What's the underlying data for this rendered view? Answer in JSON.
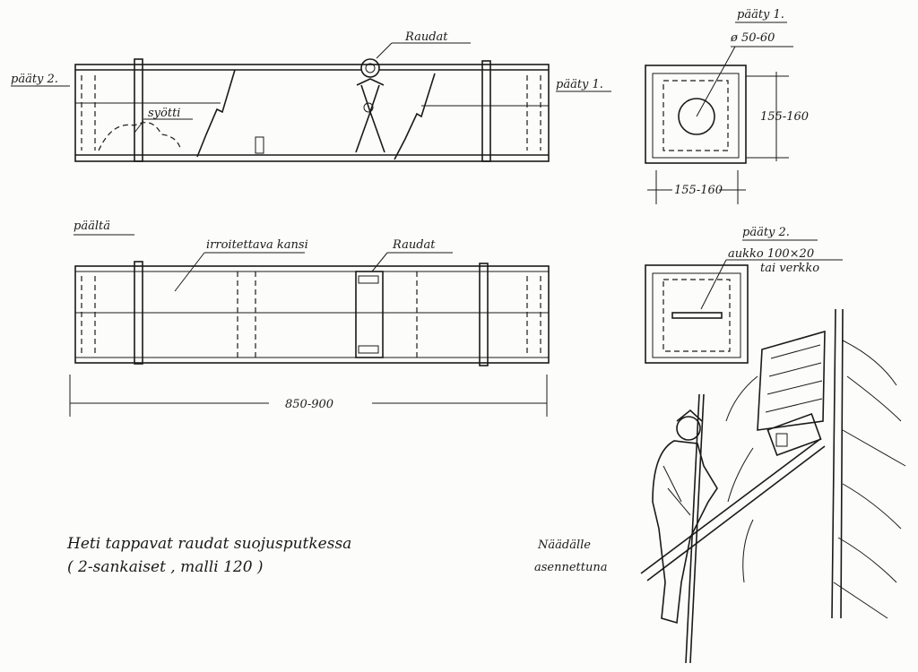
{
  "side_view": {
    "label_end2": "pääty 2.",
    "label_end1": "pääty 1.",
    "label_traps": "Raudat",
    "label_bait": "syötti"
  },
  "end_view_1": {
    "title": "pääty 1.",
    "hole_diameter": "ø 50-60",
    "height_dim": "155-160",
    "width_dim": "155-160"
  },
  "top_view": {
    "title": "päältä",
    "label_lid": "irroitettava kansi",
    "label_traps": "Raudat",
    "length_dim": "850-900"
  },
  "end_view_2": {
    "title": "pääty 2.",
    "opening": "aukko 100×20",
    "opening_alt": "tai verkko"
  },
  "caption": {
    "line1": "Heti tappavat raudat suojusputkessa",
    "line2": "( 2-sankaiset , malli 120 )"
  },
  "illustration": {
    "line1": "Näädälle",
    "line2": "asennettuna"
  }
}
